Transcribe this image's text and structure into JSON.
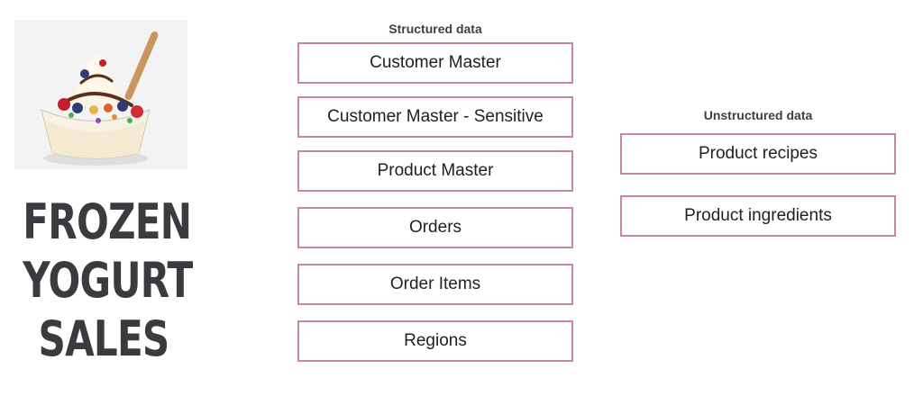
{
  "brand": {
    "image_alt": "frozen-yogurt-cup",
    "title_lines": [
      "FROZEN",
      "YOGURT",
      "SALES"
    ]
  },
  "structured": {
    "heading": "Structured data",
    "items": [
      "Customer Master",
      "Customer Master - Sensitive",
      "Product Master",
      "Orders",
      "Order Items",
      "Regions"
    ]
  },
  "unstructured": {
    "heading": "Unstructured data",
    "items": [
      "Product recipes",
      "Product ingredients"
    ]
  },
  "colors": {
    "box_border": "#c586a9",
    "title_text": "#3a3b3f"
  }
}
